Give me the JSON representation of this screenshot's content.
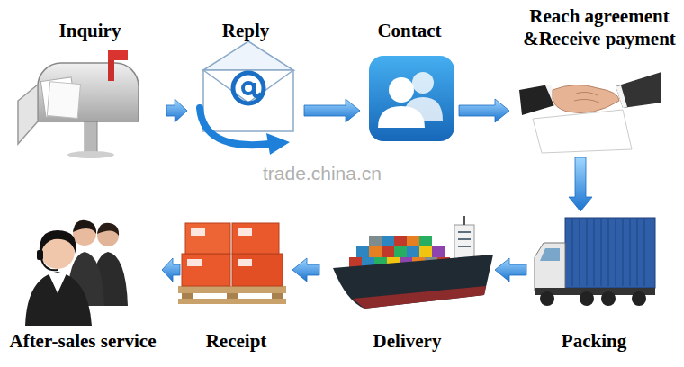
{
  "diagram": {
    "nodes": [
      {
        "text": [
          "Inquiry"
        ]
      },
      {
        "text": [
          "Reply"
        ]
      },
      {
        "text": [
          "Contact"
        ]
      },
      {
        "text": [
          "Reach agreement &Receive payment"
        ]
      },
      {
        "text": [
          "Packing"
        ]
      },
      {
        "text": [
          "Delivery"
        ]
      },
      {
        "text": [
          "Receipt"
        ]
      },
      {
        "text": [
          "After-sales service"
        ]
      }
    ],
    "edges": [
      {
        "from": 0,
        "to": 1,
        "arrow": "to"
      },
      {
        "from": 1,
        "to": 2,
        "arrow": "to"
      },
      {
        "from": 2,
        "to": 3,
        "arrow": "to"
      },
      {
        "from": 3,
        "to": 4,
        "arrow": "to"
      },
      {
        "from": 4,
        "to": 5,
        "arrow": "to"
      },
      {
        "from": 5,
        "to": 6,
        "arrow": "to"
      },
      {
        "from": 6,
        "to": 7,
        "arrow": "to"
      }
    ],
    "labels": [
      "trade.china.cn"
    ]
  }
}
